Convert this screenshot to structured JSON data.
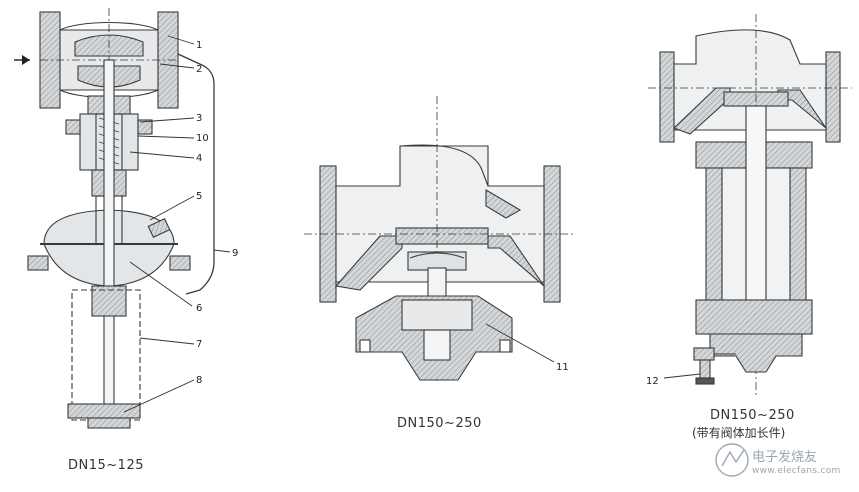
{
  "diagrams": [
    {
      "caption": "DN15~125",
      "callouts": [
        "1",
        "2",
        "3",
        "10",
        "4",
        "5",
        "9",
        "6",
        "7",
        "8"
      ]
    },
    {
      "caption": "DN150~250",
      "callouts": [
        "11"
      ]
    },
    {
      "caption": "DN150~250",
      "subcaption": "(带有阀体加长件)",
      "callouts": [
        "12"
      ]
    }
  ],
  "watermark": {
    "name": "电子发烧友",
    "url": "www.elecfans.com"
  },
  "colors": {
    "section_fill": "#cfd3d6",
    "line": "#3a3a3a",
    "hatch": "#7a7a7a"
  }
}
